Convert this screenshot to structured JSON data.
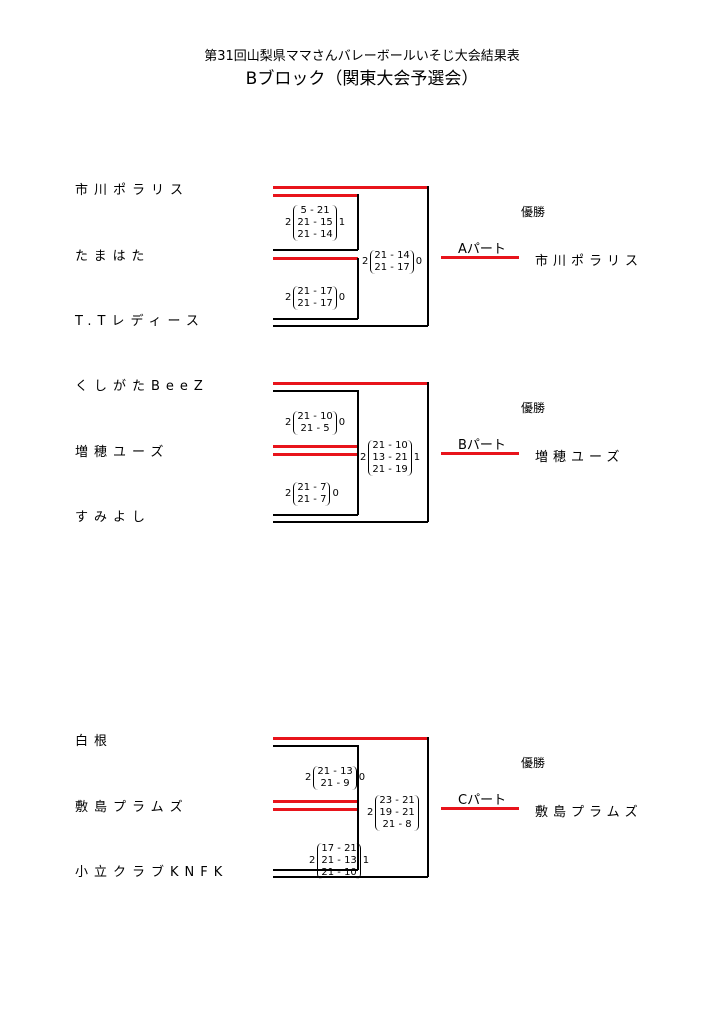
{
  "title": "第31回山梨県ママさんバレーボールいそじ大会結果表",
  "subtitle": "Bブロック（関東大会予選会）",
  "blocks": [
    {
      "teams": [
        "市川ポラリス",
        "たまはた",
        "T.Tレディース"
      ],
      "match_upper": {
        "left": "2",
        "sets": [
          "5 - 21",
          "21 - 15",
          "21 - 14"
        ],
        "right": "1"
      },
      "match_lower": {
        "left": "2",
        "sets": [
          "21 - 17",
          "21 - 17"
        ],
        "right": "0"
      },
      "final": {
        "left": "2",
        "sets": [
          "21 - 14",
          "21 - 17"
        ],
        "right": "0"
      },
      "champion_label": "優勝",
      "part_label": "Aパート",
      "champion": "市川ポラリス"
    },
    {
      "teams": [
        "くしがたBeeZ",
        "増穂ユーズ",
        "すみよし"
      ],
      "match_upper": {
        "left": "2",
        "sets": [
          "21 - 10",
          "21 - 5"
        ],
        "right": "0"
      },
      "match_lower": {
        "left": "2",
        "sets": [
          "21 - 7",
          "21 - 7"
        ],
        "right": "0"
      },
      "final": {
        "left": "2",
        "sets": [
          "21 - 10",
          "13 - 21",
          "21 - 19"
        ],
        "right": "1"
      },
      "champion_label": "優勝",
      "part_label": "Bパート",
      "champion": "増穂ユーズ"
    },
    {
      "teams": [
        "白根",
        "敷島プラムズ",
        "小立クラブKNFK"
      ],
      "match_upper": {
        "left": "2",
        "sets": [
          "21 - 13",
          "21 - 9"
        ],
        "right": "0"
      },
      "match_lower": {
        "left": "2",
        "sets": [
          "17 - 21",
          "21 - 13",
          "21 - 10"
        ],
        "right": "1"
      },
      "final": {
        "left": "2",
        "sets": [
          "23 - 21",
          "19 - 21",
          "21 - 8"
        ],
        "right": ""
      },
      "champion_label": "優勝",
      "part_label": "Cパート",
      "champion": "敷島プラムズ"
    }
  ]
}
